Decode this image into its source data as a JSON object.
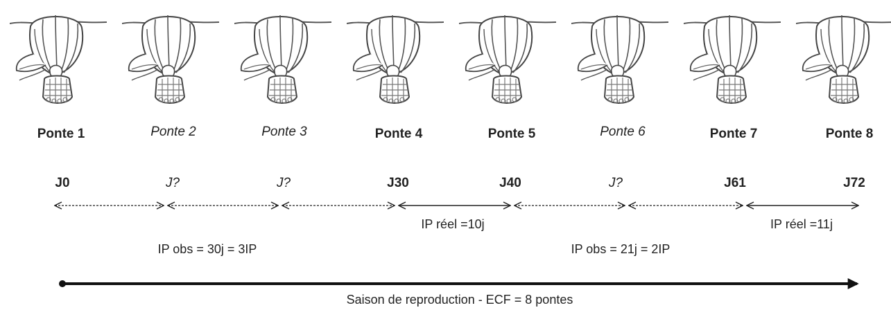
{
  "pontes": [
    {
      "label": "Ponte 1",
      "day": "J0",
      "known": true
    },
    {
      "label": "Ponte 2",
      "day": "J?",
      "known": false
    },
    {
      "label": "Ponte 3",
      "day": "J?",
      "known": false
    },
    {
      "label": "Ponte 4",
      "day": "J30",
      "known": true
    },
    {
      "label": "Ponte 5",
      "day": "J40",
      "known": true
    },
    {
      "label": "Ponte 6",
      "day": "J?",
      "known": false
    },
    {
      "label": "Ponte 7",
      "day": "J61",
      "known": true
    },
    {
      "label": "Ponte 8",
      "day": "J72",
      "known": true
    }
  ],
  "intervals": [
    {
      "style": "dashed"
    },
    {
      "style": "dashed"
    },
    {
      "style": "dashed"
    },
    {
      "style": "solid"
    },
    {
      "style": "dashed"
    },
    {
      "style": "dashed"
    },
    {
      "style": "solid"
    }
  ],
  "annotations": {
    "ip_reel_1": "IP réel =10j",
    "ip_reel_2": "IP réel =11j",
    "ip_obs_1": "IP obs = 30j = 3IP",
    "ip_obs_2": "IP obs = 21j = 2IP"
  },
  "season": {
    "label": "Saison de reproduction - ECF = 8 pontes"
  },
  "icons": {
    "nest": "hanging-nest-icon"
  }
}
